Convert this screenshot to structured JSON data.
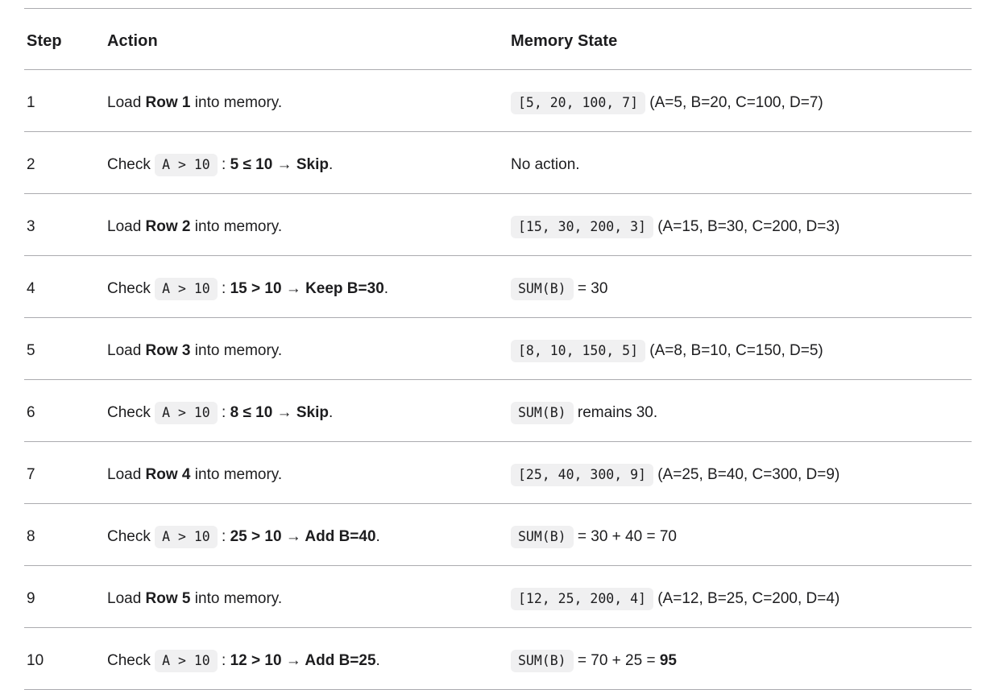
{
  "colors": {
    "text": "#1d1d1f",
    "border": "#ababaf",
    "chip_bg": "#f0f0f1",
    "background": "#ffffff"
  },
  "table": {
    "columns": [
      {
        "label": "Step"
      },
      {
        "label": "Action"
      },
      {
        "label": "Memory State"
      }
    ],
    "rows": [
      {
        "step": "1",
        "action": [
          {
            "k": "t",
            "t": "Load "
          },
          {
            "k": "b",
            "t": "Row 1"
          },
          {
            "k": "t",
            "t": " into memory."
          }
        ],
        "memory": [
          {
            "k": "c",
            "t": "[5, 20, 100, 7]"
          },
          {
            "k": "t",
            "t": " (A=5, B=20, C=100, D=7)"
          }
        ]
      },
      {
        "step": "2",
        "action": [
          {
            "k": "t",
            "t": "Check "
          },
          {
            "k": "c",
            "t": "A > 10"
          },
          {
            "k": "t",
            "t": " : "
          },
          {
            "k": "b",
            "t": "5 ≤ 10 → Skip"
          },
          {
            "k": "t",
            "t": "."
          }
        ],
        "memory": [
          {
            "k": "t",
            "t": "No action."
          }
        ]
      },
      {
        "step": "3",
        "action": [
          {
            "k": "t",
            "t": "Load "
          },
          {
            "k": "b",
            "t": "Row 2"
          },
          {
            "k": "t",
            "t": " into memory."
          }
        ],
        "memory": [
          {
            "k": "c",
            "t": "[15, 30, 200, 3]"
          },
          {
            "k": "t",
            "t": " (A=15, B=30, C=200, D=3)"
          }
        ]
      },
      {
        "step": "4",
        "action": [
          {
            "k": "t",
            "t": "Check "
          },
          {
            "k": "c",
            "t": "A > 10"
          },
          {
            "k": "t",
            "t": " : "
          },
          {
            "k": "b",
            "t": "15 > 10 → Keep B=30"
          },
          {
            "k": "t",
            "t": "."
          }
        ],
        "memory": [
          {
            "k": "c",
            "t": "SUM(B)"
          },
          {
            "k": "t",
            "t": " = 30"
          }
        ]
      },
      {
        "step": "5",
        "action": [
          {
            "k": "t",
            "t": "Load "
          },
          {
            "k": "b",
            "t": "Row 3"
          },
          {
            "k": "t",
            "t": " into memory."
          }
        ],
        "memory": [
          {
            "k": "c",
            "t": "[8, 10, 150, 5]"
          },
          {
            "k": "t",
            "t": " (A=8, B=10, C=150, D=5)"
          }
        ]
      },
      {
        "step": "6",
        "action": [
          {
            "k": "t",
            "t": "Check "
          },
          {
            "k": "c",
            "t": "A > 10"
          },
          {
            "k": "t",
            "t": " : "
          },
          {
            "k": "b",
            "t": "8 ≤ 10 → Skip"
          },
          {
            "k": "t",
            "t": "."
          }
        ],
        "memory": [
          {
            "k": "c",
            "t": "SUM(B)"
          },
          {
            "k": "t",
            "t": " remains 30."
          }
        ]
      },
      {
        "step": "7",
        "action": [
          {
            "k": "t",
            "t": "Load "
          },
          {
            "k": "b",
            "t": "Row 4"
          },
          {
            "k": "t",
            "t": " into memory."
          }
        ],
        "memory": [
          {
            "k": "c",
            "t": "[25, 40, 300, 9]"
          },
          {
            "k": "t",
            "t": " (A=25, B=40, C=300, D=9)"
          }
        ]
      },
      {
        "step": "8",
        "action": [
          {
            "k": "t",
            "t": "Check "
          },
          {
            "k": "c",
            "t": "A > 10"
          },
          {
            "k": "t",
            "t": " : "
          },
          {
            "k": "b",
            "t": "25 > 10 → Add B=40"
          },
          {
            "k": "t",
            "t": "."
          }
        ],
        "memory": [
          {
            "k": "c",
            "t": "SUM(B)"
          },
          {
            "k": "t",
            "t": " = 30 + 40 = 70"
          }
        ]
      },
      {
        "step": "9",
        "action": [
          {
            "k": "t",
            "t": "Load "
          },
          {
            "k": "b",
            "t": "Row 5"
          },
          {
            "k": "t",
            "t": " into memory."
          }
        ],
        "memory": [
          {
            "k": "c",
            "t": "[12, 25, 200, 4]"
          },
          {
            "k": "t",
            "t": " (A=12, B=25, C=200, D=4)"
          }
        ]
      },
      {
        "step": "10",
        "action": [
          {
            "k": "t",
            "t": "Check "
          },
          {
            "k": "c",
            "t": "A > 10"
          },
          {
            "k": "t",
            "t": " : "
          },
          {
            "k": "b",
            "t": "12 > 10 → Add B=25"
          },
          {
            "k": "t",
            "t": "."
          }
        ],
        "memory": [
          {
            "k": "c",
            "t": "SUM(B)"
          },
          {
            "k": "t",
            "t": " = 70 + 25 = "
          },
          {
            "k": "b",
            "t": "95"
          }
        ]
      }
    ]
  }
}
